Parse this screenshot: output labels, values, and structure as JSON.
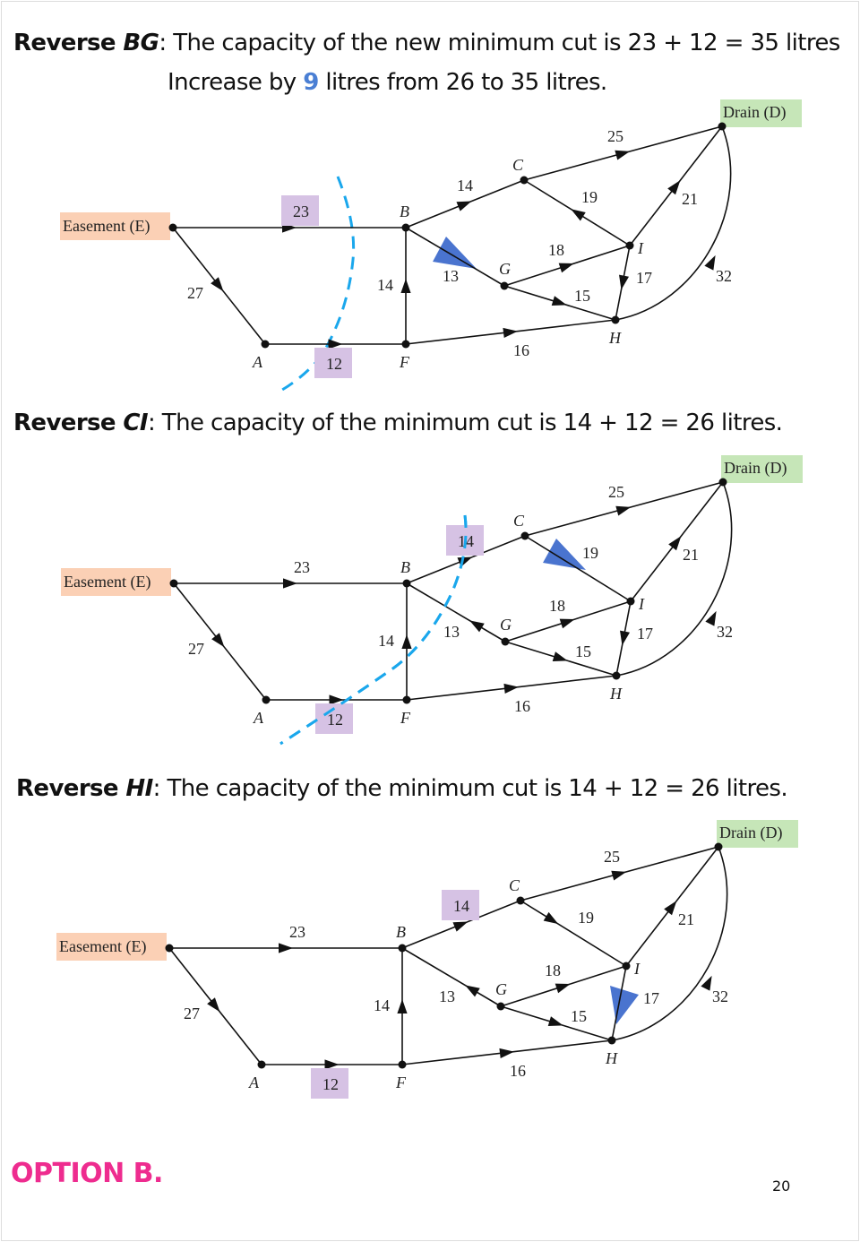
{
  "sections": [
    {
      "heading_bold": "Reverse ",
      "heading_edge": "BG",
      "heading_rest": ": The capacity of the new minimum cut is 23 + 12 = 35 litres",
      "sub_pre": "Increase by ",
      "sub_num": "9",
      "sub_post": " litres from 26 to 35 litres.",
      "highlighted_edges": [
        "EB",
        "AF"
      ],
      "reversed_edges": [
        "BG"
      ],
      "blue_marker_edge": "BG"
    },
    {
      "heading_bold": "Reverse ",
      "heading_edge": "CI",
      "heading_rest": ": The capacity of the minimum cut is 14 + 12 = 26 litres.",
      "highlighted_edges": [
        "BC",
        "AF"
      ],
      "reversed_edges": [
        "BG",
        "CI"
      ],
      "blue_marker_edge": "CI"
    },
    {
      "heading_bold": "Reverse ",
      "heading_edge": "HI",
      "heading_rest": ": The capacity of the minimum cut is 14 + 12 = 26 litres.",
      "highlighted_edges": [
        "BC",
        "AF"
      ],
      "reversed_edges": [
        "BG",
        "CI"
      ],
      "blue_marker_edge": "IH"
    }
  ],
  "network": {
    "source_label": "Easement (E)",
    "sink_label": "Drain (D)",
    "nodes": [
      "A",
      "B",
      "C",
      "F",
      "G",
      "H",
      "I"
    ],
    "edges": [
      {
        "id": "EB",
        "from": "E",
        "to": "B",
        "cap": "23"
      },
      {
        "id": "EA",
        "from": "E",
        "to": "A",
        "cap": "27"
      },
      {
        "id": "AF",
        "from": "A",
        "to": "F",
        "cap": "12"
      },
      {
        "id": "FB",
        "from": "F",
        "to": "B",
        "cap": "14"
      },
      {
        "id": "BC",
        "from": "B",
        "to": "C",
        "cap": "14"
      },
      {
        "id": "BG",
        "from": "B",
        "to": "G",
        "cap": "13"
      },
      {
        "id": "CD",
        "from": "C",
        "to": "D",
        "cap": "25"
      },
      {
        "id": "CI",
        "from": "I",
        "to": "C",
        "cap": "19"
      },
      {
        "id": "GI",
        "from": "G",
        "to": "I",
        "cap": "18"
      },
      {
        "id": "GH",
        "from": "G",
        "to": "H",
        "cap": "15"
      },
      {
        "id": "IH",
        "from": "I",
        "to": "H",
        "cap": "17"
      },
      {
        "id": "ID",
        "from": "I",
        "to": "D",
        "cap": "21"
      },
      {
        "id": "FH",
        "from": "F",
        "to": "H",
        "cap": "16"
      },
      {
        "id": "HD",
        "from": "H",
        "to": "D",
        "cap": "32"
      }
    ]
  },
  "colors": {
    "source_box": "#fbd0b5",
    "sink_box": "#c6e6b8",
    "highlight_box": "#d6c2e4",
    "cut_line": "#1aa7ec",
    "marker": "#4a74cf",
    "option": "#ee2c8f"
  },
  "footer": {
    "option": "OPTION B.",
    "page": "20"
  }
}
